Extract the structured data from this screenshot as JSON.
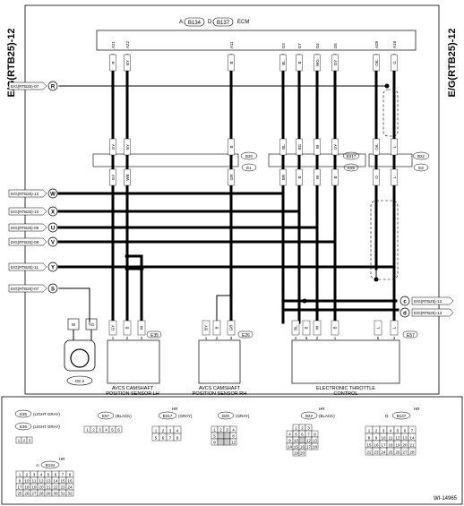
{
  "side_label": "E/G(RTB25)-12",
  "ecm": {
    "prefix_a": "A:",
    "conn_a": "B134",
    "prefix_d": "D:",
    "conn_d": "B137",
    "label": "ECM"
  },
  "ecm_pins": [
    "A21",
    "A22",
    "A11",
    "D3",
    "D7",
    "D4",
    "D5",
    "A28",
    "A18"
  ],
  "wire_colors_top": [
    "R",
    "BY",
    "B",
    "BL",
    "B",
    "WG",
    "GY",
    "OrL",
    "G"
  ],
  "wire_colors_mid": [
    "GY",
    "BY",
    "B",
    "BL",
    "BG",
    "W",
    "GY",
    "OrL",
    "L"
  ],
  "wire_colors_low": [
    "GY",
    "WB",
    "GR",
    "BR",
    "B",
    "W",
    "B",
    "O",
    "L"
  ],
  "mid_connectors": [
    {
      "id": "B20",
      "sub": "E1"
    },
    {
      "id": "B317",
      "sub": "E56"
    },
    {
      "id": "B22",
      "sub": "E3"
    }
  ],
  "refs_left": [
    {
      "text": "E/G(RTB25)-07",
      "letter": "R"
    },
    {
      "text": "E/G(RTB25)-12",
      "letter": "W"
    },
    {
      "text": "E/G(RTB25)-10",
      "letter": "X"
    },
    {
      "text": "E/G(RTB25)-09",
      "letter": "U"
    },
    {
      "text": "E/G(RTB25)-08",
      "letter": "V"
    },
    {
      "text": "E/G(RTB25)-11",
      "letter": "Y"
    },
    {
      "text": "E/G(RTB25)-07",
      "letter": "S"
    }
  ],
  "refs_right": [
    {
      "text": "E/G(RTB25)-13",
      "letter": "c"
    },
    {
      "text": "E/G(RTB25)-13",
      "letter": "d"
    }
  ],
  "ground": {
    "id": "GE-2",
    "w1": "W",
    "w2": "YG"
  },
  "components": {
    "lh": {
      "conn": "E35",
      "line1": "AVCS CAMSHAFT",
      "line2": "POSITION SENSOR LH",
      "pins": [
        "1",
        "2",
        "3"
      ],
      "colors": [
        "GY",
        "B",
        "W"
      ]
    },
    "rh": {
      "conn": "E26",
      "line1": "AVCS CAMSHAFT",
      "line2": "POSITION SENSOR RH",
      "pins": [
        "1",
        "2",
        "3"
      ],
      "colors": [
        "BY",
        "B",
        "GR"
      ]
    },
    "throttle": {
      "conn": "E57",
      "line1": "ELECTRONIC THROTTLE",
      "line2": "CONTROL",
      "pins": [
        "4",
        "6",
        "2",
        "1",
        "5",
        "3"
      ],
      "colors": [
        "BL",
        "B",
        "W",
        "B",
        "L",
        "L"
      ]
    }
  },
  "legend": {
    "e35": "E35",
    "e35_color": "(LIGHT GRAY)",
    "e36": "E36",
    "e36_color": "(LIGHT GRAY)",
    "e57": "E57",
    "e57_color": "(BLACK)",
    "b317": "B317",
    "b317_color": "(GRAY)",
    "b20": "B20",
    "b20_color": "(GRAY)",
    "b22": "B22",
    "b22_color": "(BLACK)",
    "d_prefix": "D:",
    "b137": "B137",
    "a_prefix": "A:",
    "b134": "B134",
    "hr": "HR"
  },
  "figure_id": "WI-14965"
}
